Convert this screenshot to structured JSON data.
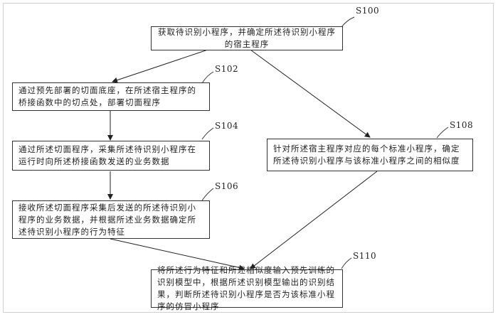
{
  "steps": {
    "s100": {
      "id": "S100",
      "text": "获取待识别小程序，并确定所述待识别小程序的宿主程序"
    },
    "s102": {
      "id": "S102",
      "text": "通过预先部署的切面底座，在所述宿主程序的桥接函数中的切点处，部署切面程序"
    },
    "s104": {
      "id": "S104",
      "text": "通过所述切面程序，采集所述待识别小程序在运行时向所述桥接函数发送的业务数据"
    },
    "s106": {
      "id": "S106",
      "text": "接收所述切面程序采集后发送的所述待识别小程序的业务数据，并根据所述业务数据确定所述待识别小程序的行为特征"
    },
    "s108": {
      "id": "S108",
      "text": "针对所述宿主程序对应的每个标准小程序，确定所述待识别小程序与该标准小程序之间的相似度"
    },
    "s110": {
      "id": "S110",
      "text": "将所述行为特征和所述相似度输入预先训练的识别模型中，根据所述识别模型输出的识别结果，判断所述待识别小程序是否为该标准小程序的仿冒小程序"
    }
  }
}
